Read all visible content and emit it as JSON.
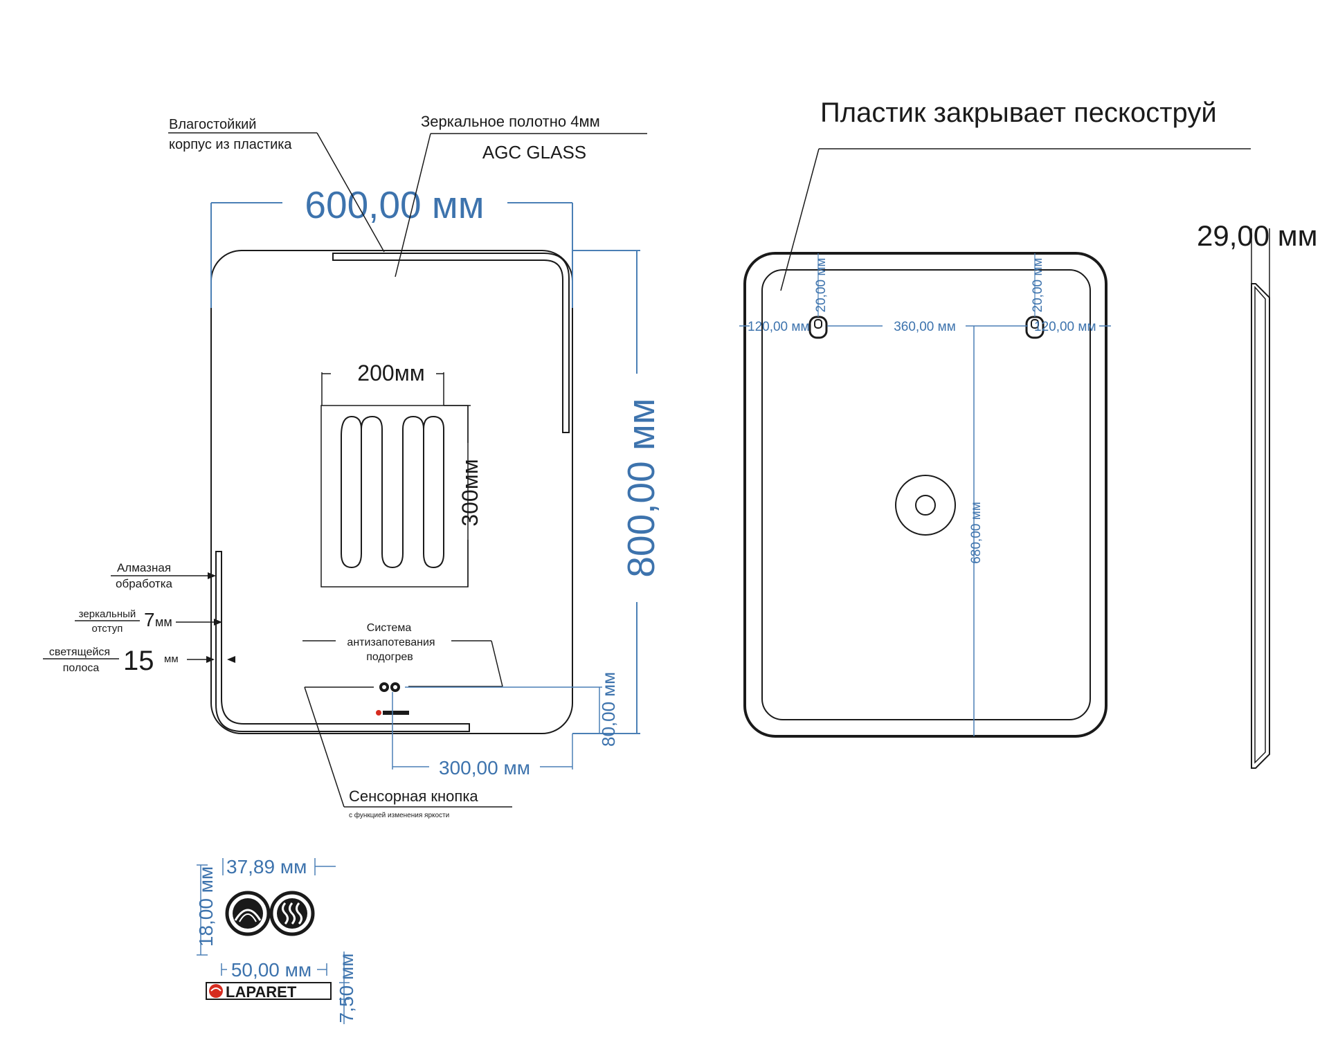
{
  "colors": {
    "ink": "#1a1a1a",
    "dimension": "#3d73ad",
    "logo_red": "#d62b1f"
  },
  "front_view": {
    "callout_housing": [
      "Влагостойкий",
      "корпус из пластика"
    ],
    "callout_glass": [
      "Зеркальное  полотно 4мм",
      "AGC GLASS"
    ],
    "width": "600,00 мм",
    "height": "800,00 мм",
    "heater_width": "200мм",
    "heater_height": "300мм",
    "callout_edge": [
      "Алмазная",
      "обработка"
    ],
    "mirror_offset_label": [
      "зеркальный",
      "отступ"
    ],
    "mirror_offset_value": "7",
    "mirror_offset_unit": "мм",
    "strip_label": [
      "светящейся",
      "полоса"
    ],
    "strip_value": "15",
    "strip_unit": "мм",
    "callout_antifog": [
      "Система",
      "антизапотевания",
      "подогрев"
    ],
    "button_bottom_offset": "80,00 мм",
    "button_side_offset": "300,00 мм",
    "callout_button": "Сенсорная кнопка",
    "callout_button_sub": "с функцией изменения яркости",
    "logo_text": "LAPARET"
  },
  "back_view": {
    "title": "Пластик закрывает пескоструй",
    "hook_left_edge": "120,00 мм",
    "hook_spacing": "360,00 мм",
    "hook_right_edge": "120,00 мм",
    "hook_top_left": "20,00 мм",
    "hook_top_right": "20,00 мм",
    "hook_to_bottom": "680,00 мм"
  },
  "side_view": {
    "depth": "29,00 мм"
  },
  "detail": {
    "buttons_width": "37,89 мм",
    "buttons_height": "18,00 мм",
    "logo_width": "50,00 мм",
    "logo_height": "7,50 мм",
    "logo_text": "LAPARET"
  }
}
